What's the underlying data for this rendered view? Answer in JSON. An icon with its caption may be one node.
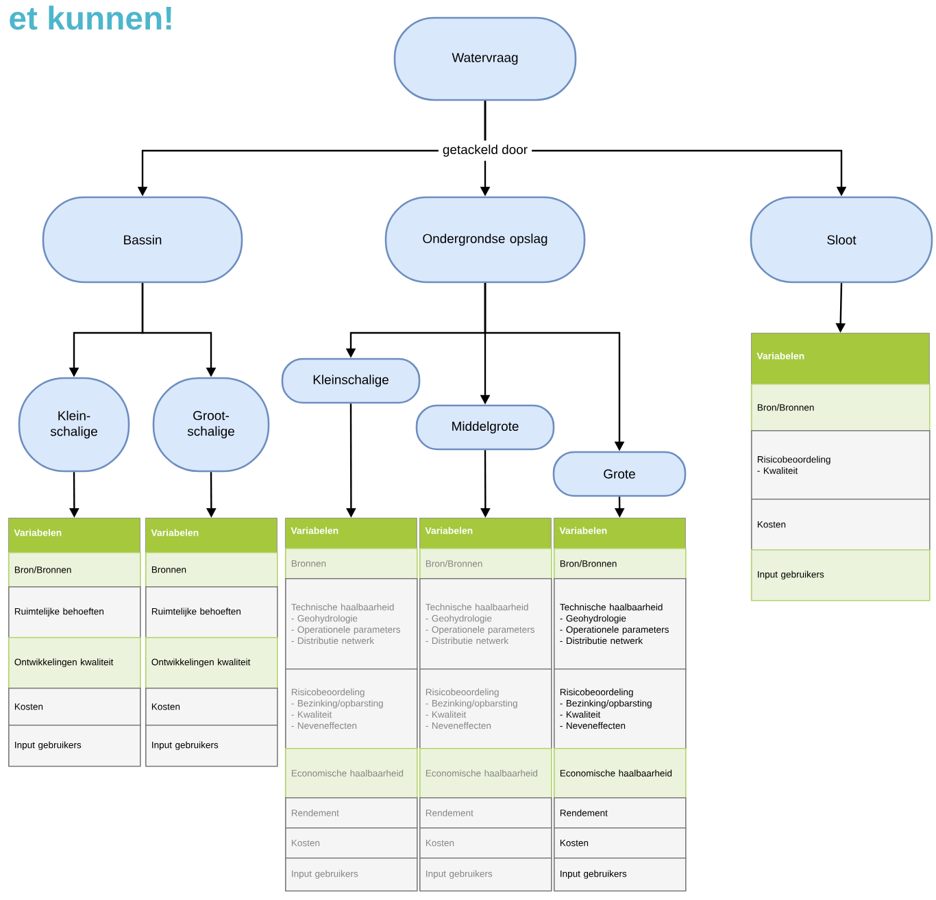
{
  "diagram": {
    "title": "et kunnen!",
    "nodes": [
      {
        "text": [
          "Watervraag"
        ]
      },
      {
        "text": [
          "Bassin"
        ]
      },
      {
        "text": [
          "Ondergrondse opslag"
        ]
      },
      {
        "text": [
          "Sloot"
        ]
      },
      {
        "text": [
          "Klein-schalige"
        ]
      },
      {
        "text": [
          "Groot-schalige"
        ]
      },
      {
        "text": [
          "Kleinschalige"
        ]
      },
      {
        "text": [
          "Middelgrote"
        ]
      },
      {
        "text": [
          "Grote"
        ]
      },
      {
        "text": [
          "Variabelen"
        ]
      },
      {
        "text": [
          "Bron/Bronnen"
        ],
        "in": 9
      },
      {
        "text": [
          "Ruimtelijke behoeften"
        ],
        "in": 9
      },
      {
        "text": [
          "Ontwikkelingen kwaliteit"
        ],
        "in": 9
      },
      {
        "text": [
          "Kosten"
        ],
        "in": 9
      },
      {
        "text": [
          "Input gebruikers"
        ],
        "in": 9
      },
      {
        "text": [
          "Variabelen"
        ]
      },
      {
        "text": [
          "Bronnen"
        ],
        "in": 15
      },
      {
        "text": [
          "Ruimtelijke behoeften"
        ],
        "in": 15
      },
      {
        "text": [
          "Ontwikkelingen kwaliteit"
        ],
        "in": 15
      },
      {
        "text": [
          "Kosten"
        ],
        "in": 15
      },
      {
        "text": [
          "Input gebruikers"
        ],
        "in": 15
      },
      {
        "text": [
          "Variabelen"
        ]
      },
      {
        "text": [
          "Bronnen"
        ],
        "in": 21
      },
      {
        "text": [
          "Technische haalbaarheid",
          "- Geohydrologie",
          "- Operationele parameters",
          "- Distributie netwerk"
        ],
        "in": 21
      },
      {
        "text": [
          "Risicobeoordeling",
          "- Bezinking/opbarsting",
          "- Kwaliteit",
          "- Neveneffecten"
        ],
        "in": 21
      },
      {
        "text": [
          "Economische haalbaarheid"
        ],
        "in": 21
      },
      {
        "text": [
          "Rendement"
        ],
        "in": 21
      },
      {
        "text": [
          "Kosten"
        ],
        "in": 21
      },
      {
        "text": [
          "Input gebruikers"
        ],
        "in": 21
      },
      {
        "text": [
          "Variabelen"
        ]
      },
      {
        "text": [
          "Bron/Bronnen"
        ],
        "in": 29
      },
      {
        "text": [
          "Technische haalbaarheid",
          "- Geohydrologie",
          "- Operationele parameters",
          "- Distributie netwerk"
        ],
        "in": 29
      },
      {
        "text": [
          "Risicobeoordeling",
          "- Bezinking/opbarsting",
          "- Kwaliteit",
          "- Neveneffecten"
        ],
        "in": 29
      },
      {
        "text": [
          "Economische haalbaarheid"
        ],
        "in": 29
      },
      {
        "text": [
          "Rendement"
        ],
        "in": 29
      },
      {
        "text": [
          "Kosten"
        ],
        "in": 29
      },
      {
        "text": [
          "Input gebruikers"
        ],
        "in": 29
      },
      {
        "text": [
          "Variabelen"
        ]
      },
      {
        "text": [
          "Bron/Bronnen"
        ],
        "in": 37
      },
      {
        "text": [
          "Technische haalbaarheid",
          "- Geohydrologie",
          "- Operationele parameters",
          "- Distributie netwerk"
        ],
        "in": 37
      },
      {
        "text": [
          "Risicobeoordeling",
          "- Bezinking/opbarsting",
          "- Kwaliteit",
          "- Neveneffecten"
        ],
        "in": 37
      },
      {
        "text": [
          "Economische haalbaarheid"
        ],
        "in": 37
      },
      {
        "text": [
          "Rendement"
        ],
        "in": 37
      },
      {
        "text": [
          "Kosten"
        ],
        "in": 37
      },
      {
        "text": [
          "Input gebruikers"
        ],
        "in": 37
      },
      {
        "text": [
          "Variabelen"
        ]
      },
      {
        "text": [
          "Bron/Bronnen"
        ],
        "in": 45
      },
      {
        "text": [
          "Risicobeoordeling",
          "- Kwaliteit"
        ],
        "in": 45
      },
      {
        "text": [
          "Kosten"
        ],
        "in": 45
      },
      {
        "text": [
          "Input gebruikers"
        ],
        "in": 45
      }
    ],
    "edges": [
      {
        "from": 0,
        "to": 1,
        "arrow": "to"
      },
      {
        "from": 0,
        "to": 2,
        "arrow": "to",
        "label": "getackeld door"
      },
      {
        "from": 0,
        "to": 3,
        "arrow": "to"
      },
      {
        "from": 1,
        "to": 4,
        "arrow": "to"
      },
      {
        "from": 1,
        "to": 5,
        "arrow": "to"
      },
      {
        "from": 2,
        "to": 6,
        "arrow": "to"
      },
      {
        "from": 2,
        "to": 7,
        "arrow": "to"
      },
      {
        "from": 2,
        "to": 8,
        "arrow": "to"
      },
      {
        "from": 4,
        "to": 9,
        "arrow": "to"
      },
      {
        "from": 5,
        "to": 15,
        "arrow": "to"
      },
      {
        "from": 6,
        "to": 21,
        "arrow": "to"
      },
      {
        "from": 7,
        "to": 29,
        "arrow": "to"
      },
      {
        "from": 8,
        "to": 37,
        "arrow": "to"
      },
      {
        "from": 3,
        "to": 45,
        "arrow": "to"
      }
    ]
  }
}
